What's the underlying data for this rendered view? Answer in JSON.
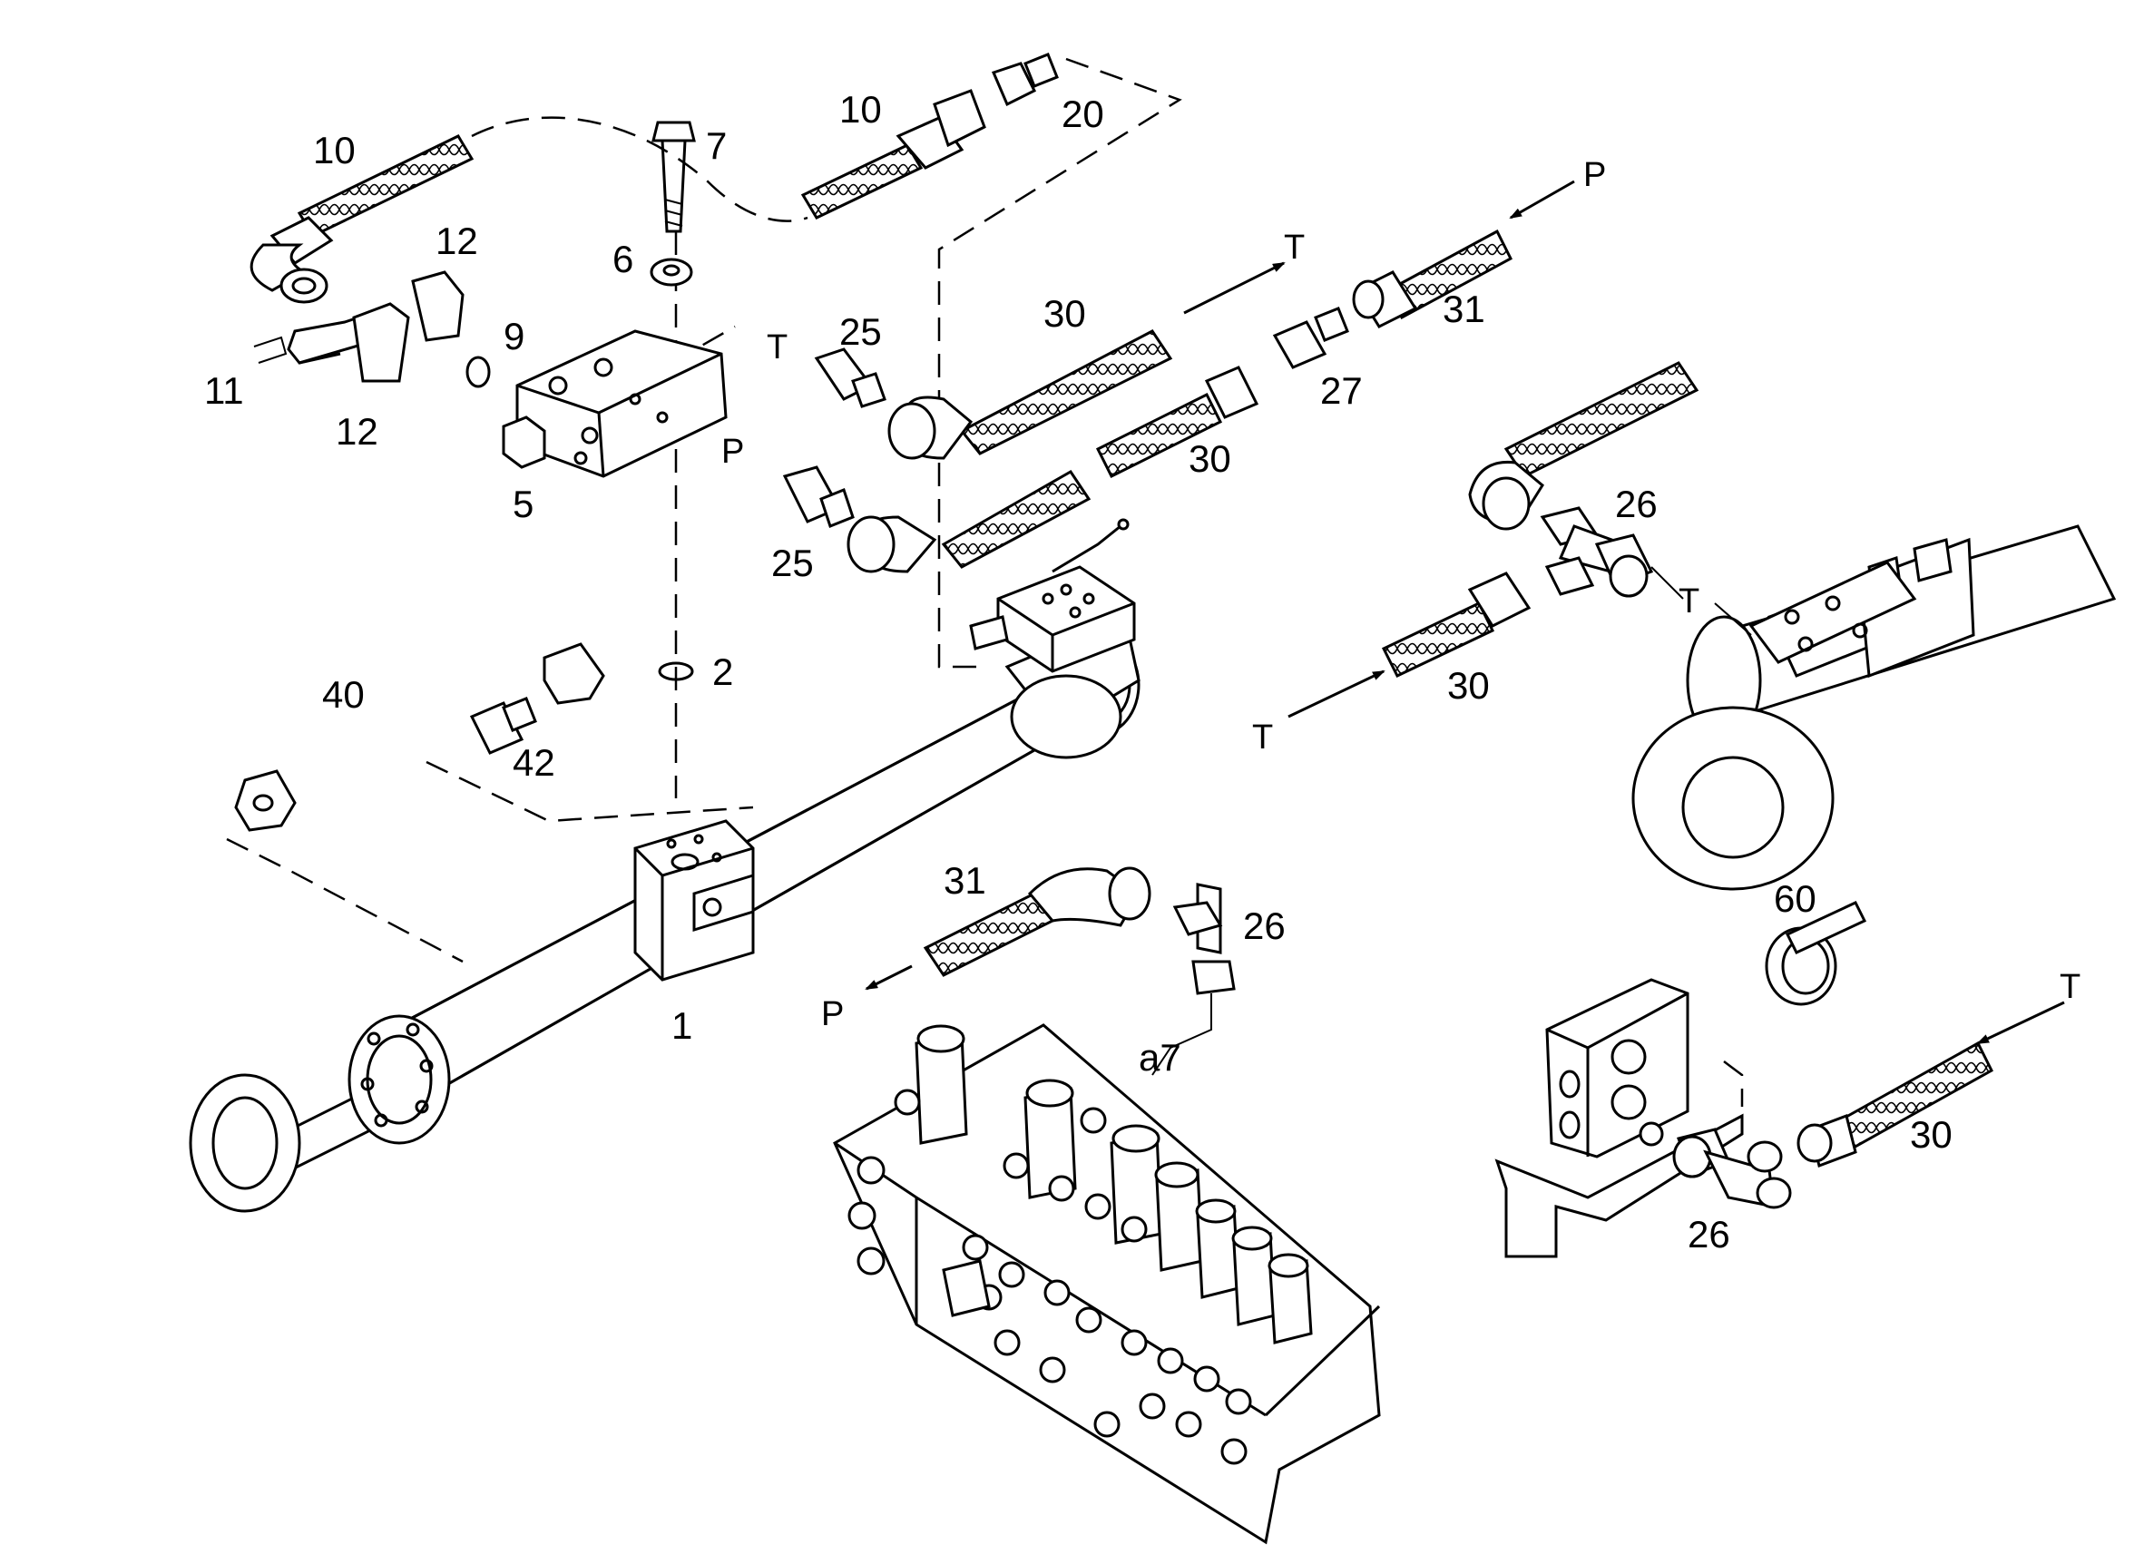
{
  "diagram": {
    "part_labels": [
      "1",
      "2",
      "5",
      "6",
      "7",
      "9",
      "10",
      "10",
      "11",
      "12",
      "12",
      "20",
      "25",
      "25",
      "26",
      "26",
      "26",
      "27",
      "30",
      "30",
      "30",
      "30",
      "31",
      "31",
      "40",
      "42",
      "60",
      "a7"
    ],
    "port_labels": [
      "T",
      "P",
      "T",
      "P",
      "T",
      "T",
      "P",
      "T"
    ]
  },
  "colors": {
    "line": "#000000",
    "background": "#ffffff"
  }
}
